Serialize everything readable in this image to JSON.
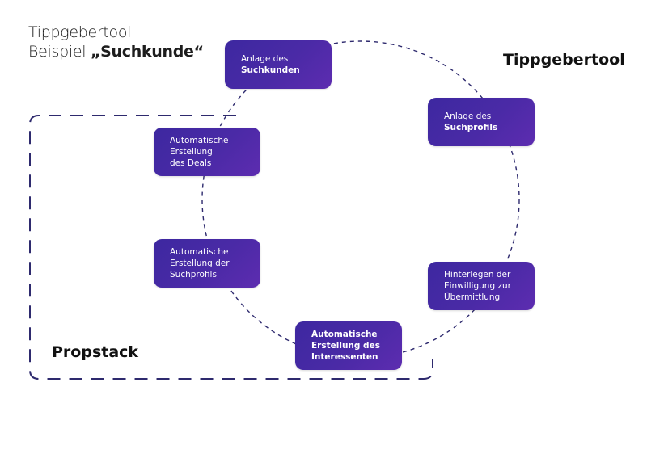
{
  "title": {
    "line1": "Tippgebertool",
    "line2_prefix": "Beispiel ",
    "line2_emphasis": "„Suchkunde“"
  },
  "sections": {
    "tippgebertool": "Tippgebertool",
    "propstack": "Propstack"
  },
  "colors": {
    "node_fill_start": "#3d28a0",
    "node_fill_end": "#5d2cb0",
    "dashed_line": "#2e2a6e"
  },
  "nodes": [
    {
      "id": "anlage-suchkunden",
      "line1": "Anlage des",
      "line2": "Suchkunden",
      "line3": ""
    },
    {
      "id": "anlage-suchprofil",
      "line1": "Anlage des",
      "line2": "Suchprofils",
      "line3": ""
    },
    {
      "id": "einwilligung",
      "line1": "Hinterlegen der",
      "line2": "Einwilligung zur",
      "line3": "Übermittlung"
    },
    {
      "id": "interessenten",
      "line1": "Automatische",
      "line2": "Erstellung des",
      "line3": "Interessenten"
    },
    {
      "id": "auto-suchprofil",
      "line1": "Automatische",
      "line2": "Erstellung der",
      "line3": "Suchprofils"
    },
    {
      "id": "auto-deal",
      "line1": "Automatische",
      "line2": "Erstellung",
      "line3": "des Deals"
    }
  ]
}
